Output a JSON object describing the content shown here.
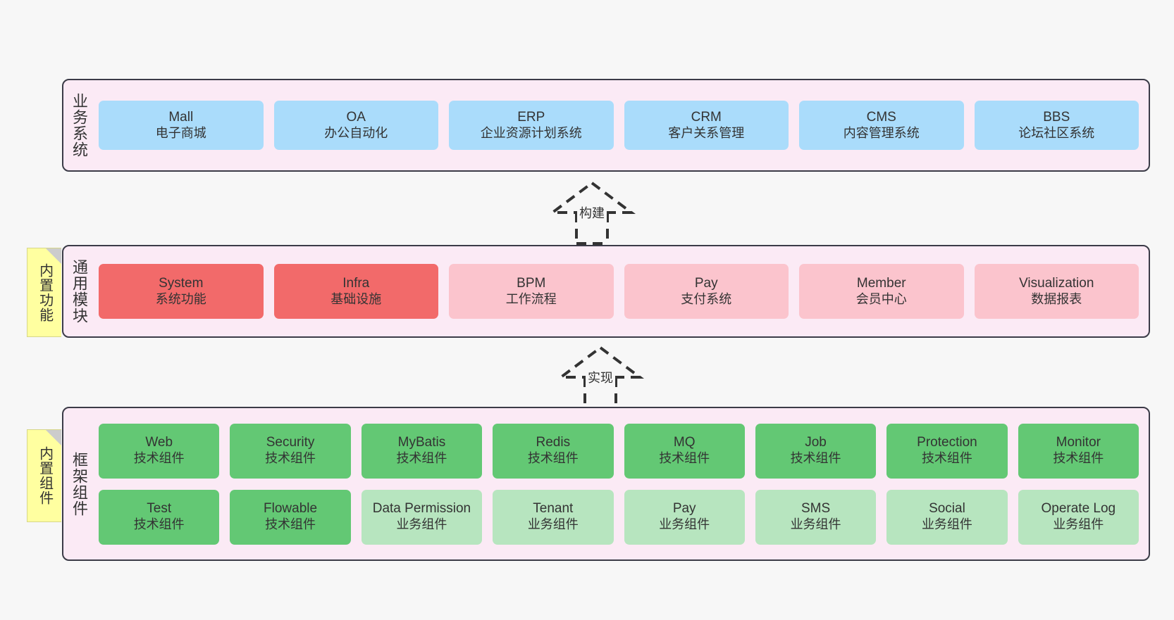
{
  "diagram": {
    "background": "#f7f7f7",
    "accent_border": "#3b3b47",
    "band_background": "#fbeaf5",
    "note_background": "#ffffa0"
  },
  "layers": [
    {
      "id": "business",
      "title": "业务系统",
      "note": null,
      "rows": [
        {
          "boxes": [
            {
              "name": "Mall",
              "sub": "电子商城",
              "color": "#aadcfb",
              "style": "blue"
            },
            {
              "name": "OA",
              "sub": "办公自动化",
              "color": "#aadcfb",
              "style": "blue"
            },
            {
              "name": "ERP",
              "sub": "企业资源计划系统",
              "color": "#aadcfb",
              "style": "blue"
            },
            {
              "name": "CRM",
              "sub": "客户关系管理",
              "color": "#aadcfb",
              "style": "blue"
            },
            {
              "name": "CMS",
              "sub": "内容管理系统",
              "color": "#aadcfb",
              "style": "blue"
            },
            {
              "name": "BBS",
              "sub": "论坛社区系统",
              "color": "#aadcfb",
              "style": "blue"
            }
          ]
        }
      ]
    },
    {
      "id": "common",
      "title": "通用模块",
      "note": "内置功能",
      "rows": [
        {
          "boxes": [
            {
              "name": "System",
              "sub": "系统功能",
              "color": "#f26a6a",
              "style": "red"
            },
            {
              "name": "Infra",
              "sub": "基础设施",
              "color": "#f26a6a",
              "style": "red"
            },
            {
              "name": "BPM",
              "sub": "工作流程",
              "color": "#fbc4cd",
              "style": "pink"
            },
            {
              "name": "Pay",
              "sub": "支付系统",
              "color": "#fbc4cd",
              "style": "pink"
            },
            {
              "name": "Member",
              "sub": "会员中心",
              "color": "#fbc4cd",
              "style": "pink"
            },
            {
              "name": "Visualization",
              "sub": "数据报表",
              "color": "#fbc4cd",
              "style": "pink"
            }
          ]
        }
      ]
    },
    {
      "id": "framework",
      "title": "框架组件",
      "note": "内置组件",
      "rows": [
        {
          "boxes": [
            {
              "name": "Web",
              "sub": "技术组件",
              "color": "#63c874",
              "style": "green"
            },
            {
              "name": "Security",
              "sub": "技术组件",
              "color": "#63c874",
              "style": "green"
            },
            {
              "name": "MyBatis",
              "sub": "技术组件",
              "color": "#63c874",
              "style": "green"
            },
            {
              "name": "Redis",
              "sub": "技术组件",
              "color": "#63c874",
              "style": "green"
            },
            {
              "name": "MQ",
              "sub": "技术组件",
              "color": "#63c874",
              "style": "green"
            },
            {
              "name": "Job",
              "sub": "技术组件",
              "color": "#63c874",
              "style": "green"
            },
            {
              "name": "Protection",
              "sub": "技术组件",
              "color": "#63c874",
              "style": "green"
            },
            {
              "name": "Monitor",
              "sub": "技术组件",
              "color": "#63c874",
              "style": "green"
            }
          ]
        },
        {
          "boxes": [
            {
              "name": "Test",
              "sub": "技术组件",
              "color": "#63c874",
              "style": "green"
            },
            {
              "name": "Flowable",
              "sub": "技术组件",
              "color": "#63c874",
              "style": "green"
            },
            {
              "name": "Data Permission",
              "sub": "业务组件",
              "color": "#b7e5bf",
              "style": "lightgreen"
            },
            {
              "name": "Tenant",
              "sub": "业务组件",
              "color": "#b7e5bf",
              "style": "lightgreen"
            },
            {
              "name": "Pay",
              "sub": "业务组件",
              "color": "#b7e5bf",
              "style": "lightgreen"
            },
            {
              "name": "SMS",
              "sub": "业务组件",
              "color": "#b7e5bf",
              "style": "lightgreen"
            },
            {
              "name": "Social",
              "sub": "业务组件",
              "color": "#b7e5bf",
              "style": "lightgreen"
            },
            {
              "name": "Operate Log",
              "sub": "业务组件",
              "color": "#b7e5bf",
              "style": "lightgreen"
            }
          ]
        }
      ]
    }
  ],
  "connectors": [
    {
      "id": "build",
      "label": "构建",
      "from": "common",
      "to": "business",
      "style": "dashed-hollow-triangle"
    },
    {
      "id": "impl",
      "label": "实现",
      "from": "framework",
      "to": "common",
      "style": "dashed-hollow-triangle"
    }
  ]
}
